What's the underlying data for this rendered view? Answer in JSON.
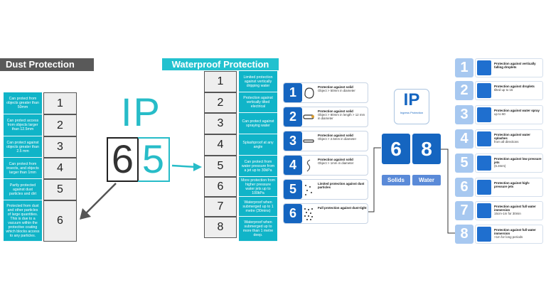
{
  "dust": {
    "title": "Dust Protection",
    "items": [
      {
        "num": "1",
        "desc": "Can protect from objects greater than 50mm"
      },
      {
        "num": "2",
        "desc": "Can protect access from objects larger than 12.5mm"
      },
      {
        "num": "3",
        "desc": "Can protect against objects greater than 2.5 mm"
      },
      {
        "num": "4",
        "desc": "Can protect from insects, and objects larger than 1mm"
      },
      {
        "num": "5",
        "desc": "Partly protected against dust particles and dirt"
      },
      {
        "num": "6",
        "desc": "Protected from dust and other particles of large quantities. This is due to a vacuum within the protective coating which blocks access to any particles."
      }
    ]
  },
  "ip_code": {
    "label": "IP",
    "first": "6",
    "second": "5"
  },
  "water": {
    "title": "Waterproof Protection",
    "items": [
      {
        "num": "1",
        "desc": "Limited protection against vertically dripping water"
      },
      {
        "num": "2",
        "desc": "Protection against vertically tilted electrical"
      },
      {
        "num": "3",
        "desc": "Can protect against spraying water"
      },
      {
        "num": "4",
        "desc": "Splashproof at any angle"
      },
      {
        "num": "5",
        "desc": "Can protect from water pressure from a jet up to 30kPa"
      },
      {
        "num": "6",
        "desc": "More protection from higher pressure water jets up to 100kPa"
      },
      {
        "num": "7",
        "desc": "Waterproof when submerged up to 1 metre (30mins)"
      },
      {
        "num": "8",
        "desc": "Waterproof when submerged up to more than 1 metre deep."
      }
    ]
  },
  "solids": [
    {
      "num": "1",
      "title": "Protection against solid",
      "detail": "Object > 50mm in diameter"
    },
    {
      "num": "2",
      "title": "Protection against solid",
      "detail": "Object > 80mm in length > 12 mm in diameter"
    },
    {
      "num": "3",
      "title": "Protection against solid",
      "detail": "Object > 2.5mm in diameter"
    },
    {
      "num": "4",
      "title": "Protection against solid",
      "detail": "Object > 1mm in diameter"
    },
    {
      "num": "5",
      "title": "Limited protection against dust particles",
      "detail": ""
    },
    {
      "num": "6",
      "title": "Full protection against dust-tight",
      "detail": ""
    }
  ],
  "badge": {
    "ip": "IP",
    "subtitle": "Ingress Protection"
  },
  "digits": {
    "solid": "6",
    "water": "8",
    "solid_label": "Solids",
    "water_label": "Water"
  },
  "water_icons": [
    {
      "num": "1",
      "title": "Protection against vertically falling droplets",
      "detail": ""
    },
    {
      "num": "2",
      "title": "Protection against droplets",
      "detail": "tilted up to 15"
    },
    {
      "num": "3",
      "title": "Protection against water spray",
      "detail": "up to 60"
    },
    {
      "num": "4",
      "title": "Protection against water splashes",
      "detail": "from all directions"
    },
    {
      "num": "5",
      "title": "Protection against low pressure jets",
      "detail": "(6.3mm)"
    },
    {
      "num": "6",
      "title": "Protection against high-pressure jets",
      "detail": ""
    },
    {
      "num": "7",
      "title": "Protection against full water immersion",
      "detail": "15cm-1m for 30min"
    },
    {
      "num": "8",
      "title": "Protection against full water immersion",
      "detail": ">1m for long periods"
    }
  ],
  "colors": {
    "teal": "#10b4c8",
    "blue": "#1565c0",
    "light_blue": "#a7c8f0",
    "dark_gray": "#595959"
  }
}
